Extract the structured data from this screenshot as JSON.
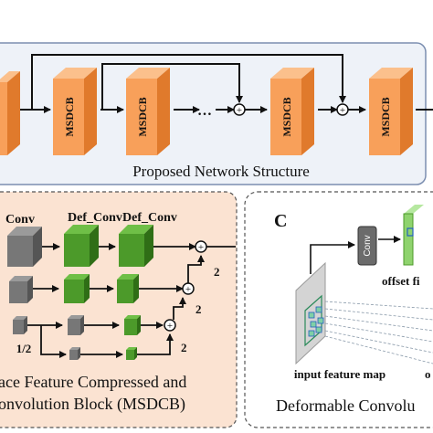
{
  "top_panel": {
    "caption": "Proposed Network Structure",
    "block_label": "MSDCB",
    "ellipsis": "…"
  },
  "msdcb_panel": {
    "caption_line1": "ace Feature Compressed and",
    "caption_line2": "onvolution Block (MSDCB)",
    "col_conv": "Conv",
    "col_defconv1": "Def_Conv",
    "col_defconv2": "Def_Conv",
    "scale_label": "1/2",
    "upsample_1": "2",
    "upsample_2": "2",
    "upsample_3": "2",
    "sum_symbol": "+"
  },
  "deform_panel": {
    "panel_letter": "C",
    "conv_label": "Conv",
    "offset_label": "offset fi",
    "input_label": "input feature map",
    "output_label_fragment": "o",
    "caption": "Deformable Convolu"
  },
  "colors": {
    "msdcb_orange": "#f8a05a",
    "msdcb_panel_bg": "#fbe3d2",
    "conv_gray": "#777777",
    "defconv_green": "#4c9a2a",
    "offset_green": "#8fd36e"
  }
}
